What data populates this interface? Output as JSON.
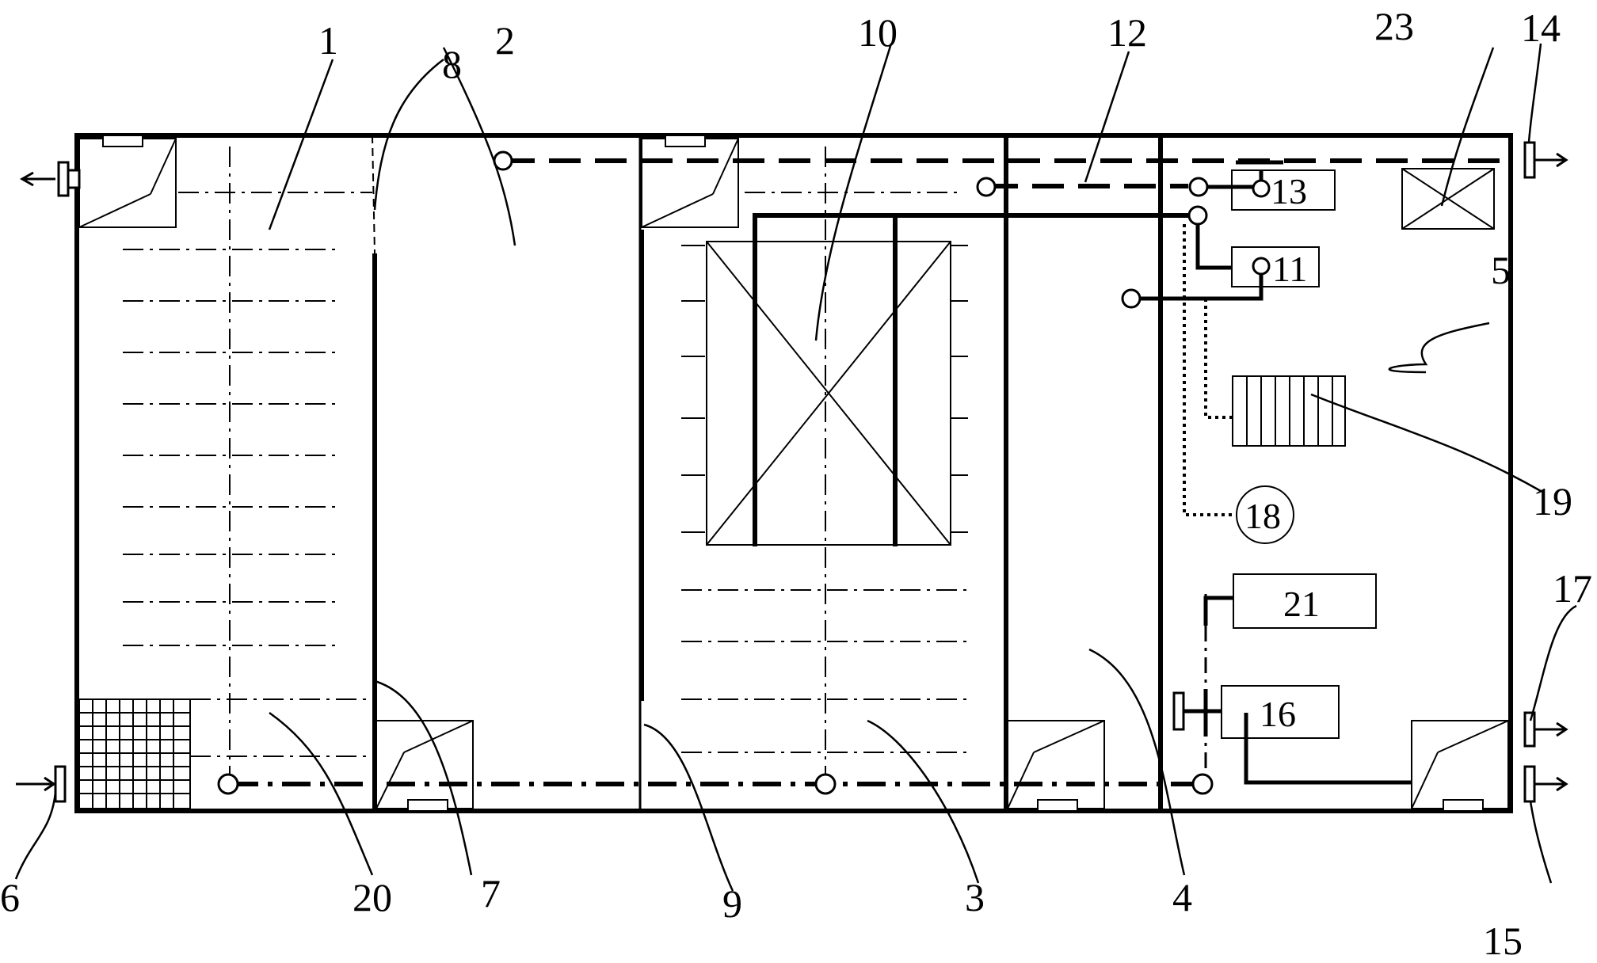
{
  "labels": {
    "n1": "1",
    "n2": "2",
    "n3": "3",
    "n4": "4",
    "n5": "5",
    "n6": "6",
    "n7": "7",
    "n8": "8",
    "n9": "9",
    "n10": "10",
    "n11": "11",
    "n12": "12",
    "n13": "13",
    "n14": "14",
    "n15": "15",
    "n16": "16",
    "n17": "17",
    "n18": "18",
    "n19": "19",
    "n20": "20",
    "n21": "21",
    "n23": "23"
  },
  "colors": {
    "line": "#000000",
    "background": "#ffffff"
  }
}
